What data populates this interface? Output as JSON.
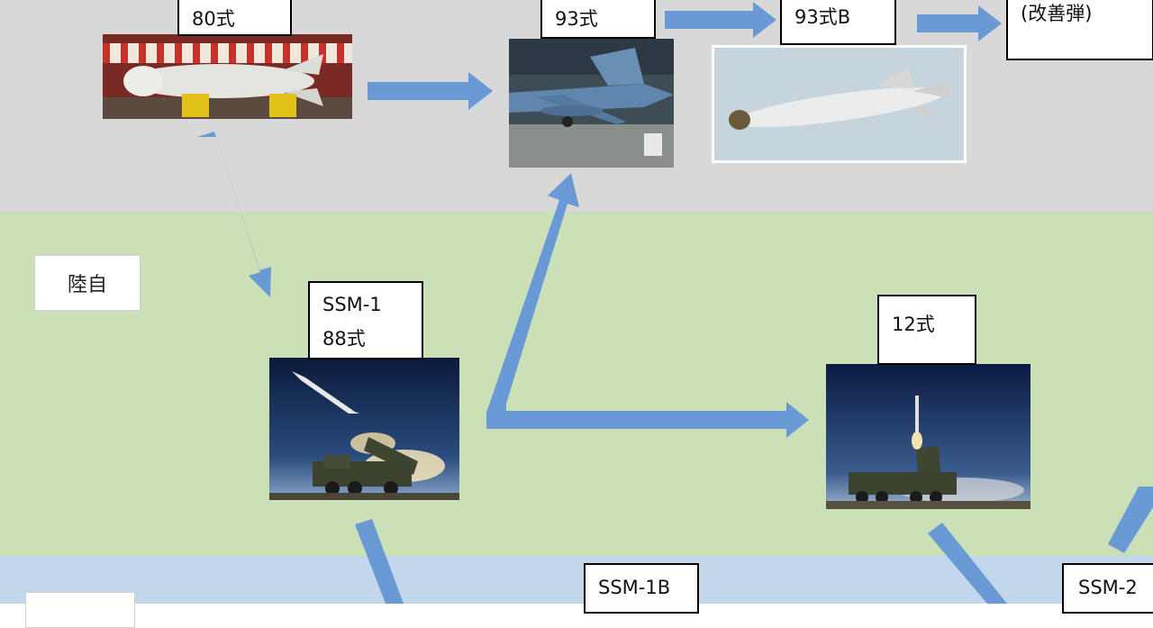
{
  "colors": {
    "top_band": "#d8d8d8",
    "middle_band": "#cce0b8",
    "bottom_band": "#c2d6ec",
    "arrow": "#6a9ad6"
  },
  "branches": {
    "ground": "陸自"
  },
  "missiles": {
    "type80": {
      "label": "80式"
    },
    "type93": {
      "label": "93式"
    },
    "type93b": {
      "label": "93式B"
    },
    "improved": {
      "label": "(改善弾)"
    },
    "ssm1": {
      "line1": "SSM-1",
      "line2": "88式"
    },
    "type12": {
      "label": "12式"
    },
    "ssm1b": {
      "label": "SSM-1B"
    },
    "ssm2": {
      "label": "SSM-2"
    }
  }
}
